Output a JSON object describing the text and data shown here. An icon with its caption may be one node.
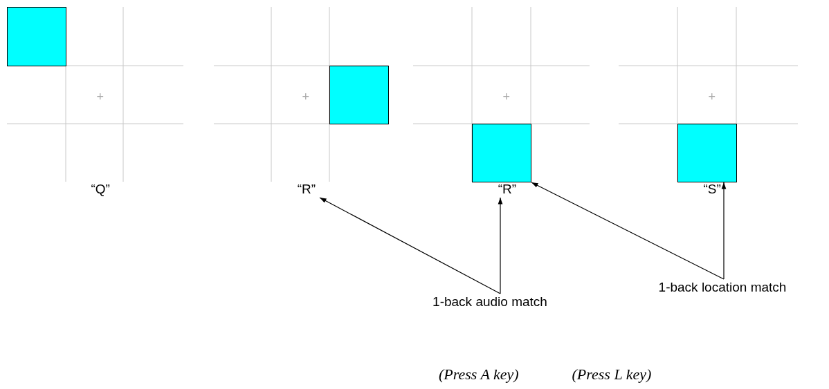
{
  "diagram": {
    "nodes": [
      {
        "text": [],
        "shape": "box"
      },
      {
        "text": [],
        "shape": "box"
      },
      {
        "text": [
          "“R”"
        ]
      },
      {
        "text": [],
        "shape": "box"
      },
      {
        "text": [
          "“R”"
        ]
      },
      {
        "text": [],
        "shape": "box"
      },
      {
        "text": [
          "1-back audio match"
        ]
      },
      {
        "text": [
          "1-back location match"
        ]
      }
    ],
    "edges": [
      {
        "from": 6,
        "to": 2,
        "arrow": "to"
      },
      {
        "from": 6,
        "to": 4,
        "arrow": "to"
      },
      {
        "from": 7,
        "to": 3,
        "arrow": "to"
      },
      {
        "from": 7,
        "to": 5,
        "arrow": "to"
      }
    ],
    "labels": [
      "+",
      "+",
      "+",
      "+",
      "“Q”",
      "“S”",
      "(Press A key)",
      "(Press L key)"
    ]
  }
}
